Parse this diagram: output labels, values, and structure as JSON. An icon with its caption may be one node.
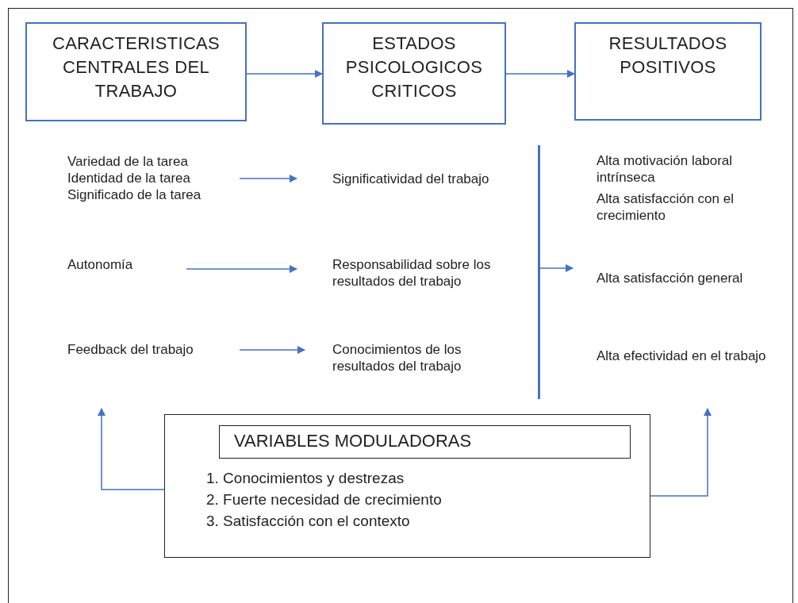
{
  "diagram": {
    "nodes": [
      {
        "text": [
          "CARACTERISTICAS CENTRALES DEL TRABAJO"
        ]
      },
      {
        "text": [
          "ESTADOS PSICOLOGICOS CRITICOS"
        ]
      },
      {
        "text": [
          "RESULTADOS POSITIVOS"
        ]
      },
      {
        "text": [
          "Variedad de la tarea",
          "Identidad de la tarea",
          "Significado de la tarea"
        ]
      },
      {
        "text": [
          "Significatividad del trabajo"
        ]
      },
      {
        "text": [
          "Autonomía"
        ]
      },
      {
        "text": [
          "Responsabilidad sobre los resultados del trabajo"
        ]
      },
      {
        "text": [
          "Feedback del trabajo"
        ]
      },
      {
        "text": [
          "Conocimientos de los resultados del trabajo"
        ]
      },
      {
        "text": [],
        "shape": "bar"
      },
      {
        "text": [
          "Alta motivación laboral intrínseca",
          "Alta satisfacción con el crecimiento",
          "Alta satisfacción general",
          "Alta efectividad en el trabajo"
        ]
      },
      {
        "text": [
          "1. Conocimientos y destrezas",
          "2. Fuerte necesidad de crecimiento",
          "3. Satisfacción con el contexto"
        ]
      },
      {
        "text": [
          "VARIABLES MODULADORAS"
        ],
        "in": 11
      }
    ],
    "edges": [
      {
        "from": 0,
        "to": 1,
        "arrow": "to"
      },
      {
        "from": 1,
        "to": 2,
        "arrow": "to"
      },
      {
        "from": 3,
        "to": 4,
        "arrow": "to"
      },
      {
        "from": 5,
        "to": 6,
        "arrow": "to"
      },
      {
        "from": 7,
        "to": 8,
        "arrow": "to"
      },
      {
        "from": 9,
        "to": 10,
        "arrow": "to"
      },
      {
        "from": 11,
        "to": 7,
        "arrow": "to"
      },
      {
        "from": 11,
        "to": 10,
        "arrow": "to"
      }
    ]
  }
}
